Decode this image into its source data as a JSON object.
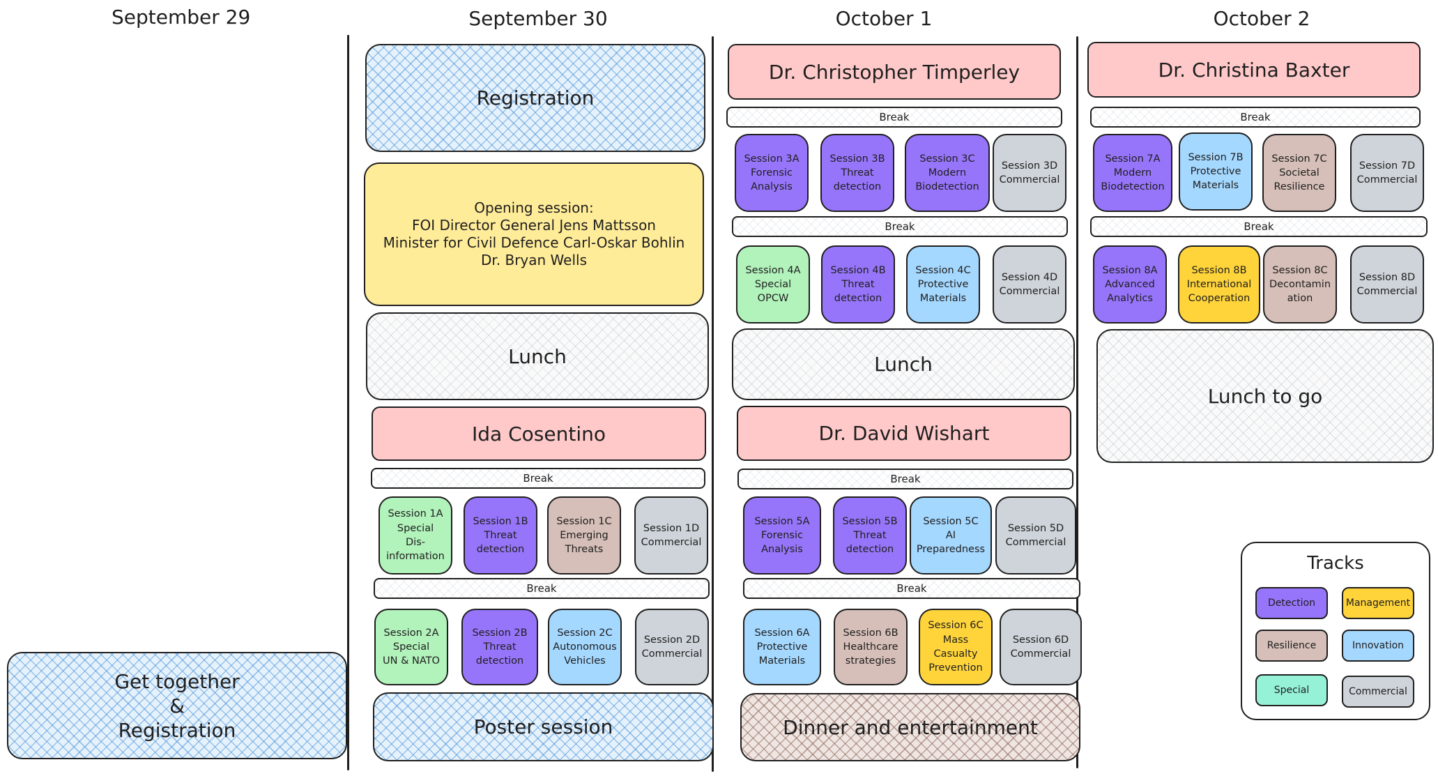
{
  "days": [
    "September 29",
    "September 30",
    "October 1",
    "October 2"
  ],
  "sep29": {
    "get_together": [
      "Get together",
      "&",
      "Registration"
    ]
  },
  "sep30": {
    "registration": "Registration",
    "opening": [
      "Opening session:",
      "FOI Director General Jens Mattsson",
      "Minister for Civil Defence Carl-Oskar Bohlin",
      "Dr. Bryan Wells"
    ],
    "lunch": "Lunch",
    "speaker": "Ida Cosentino",
    "break1": "Break",
    "break2": "Break",
    "row1": [
      {
        "lines": [
          "Session 1A",
          "Special",
          "Dis-",
          "information"
        ],
        "track": "special"
      },
      {
        "lines": [
          "Session 1B",
          "Threat",
          "detection"
        ],
        "track": "detection"
      },
      {
        "lines": [
          "Session 1C",
          "Emerging",
          "Threats"
        ],
        "track": "resilience"
      },
      {
        "lines": [
          "Session 1D",
          "Commercial"
        ],
        "track": "commercial"
      }
    ],
    "row2": [
      {
        "lines": [
          "Session 2A",
          "Special",
          "UN & NATO"
        ],
        "track": "special"
      },
      {
        "lines": [
          "Session 2B",
          "Threat",
          "detection"
        ],
        "track": "detection"
      },
      {
        "lines": [
          "Session 2C",
          "Autonomous",
          "Vehicles"
        ],
        "track": "innovation"
      },
      {
        "lines": [
          "Session 2D",
          "Commercial"
        ],
        "track": "commercial"
      }
    ],
    "poster": "Poster session"
  },
  "oct1": {
    "speaker1": "Dr. Christopher Timperley",
    "break1": "Break",
    "row3": [
      {
        "lines": [
          "Session 3A",
          "Forensic",
          "Analysis"
        ],
        "track": "detection"
      },
      {
        "lines": [
          "Session 3B",
          "Threat",
          "detection"
        ],
        "track": "detection"
      },
      {
        "lines": [
          "Session 3C",
          "Modern",
          "Biodetection"
        ],
        "track": "detection"
      },
      {
        "lines": [
          "Session 3D",
          "Commercial"
        ],
        "track": "commercial"
      }
    ],
    "break2": "Break",
    "row4": [
      {
        "lines": [
          "Session 4A",
          "Special",
          "OPCW"
        ],
        "track": "special"
      },
      {
        "lines": [
          "Session 4B",
          "Threat",
          "detection"
        ],
        "track": "detection"
      },
      {
        "lines": [
          "Session 4C",
          "Protective",
          "Materials"
        ],
        "track": "innovation"
      },
      {
        "lines": [
          "Session 4D",
          "Commercial"
        ],
        "track": "commercial"
      }
    ],
    "lunch": "Lunch",
    "speaker2": "Dr. David Wishart",
    "break3": "Break",
    "row5": [
      {
        "lines": [
          "Session 5A",
          "Forensic",
          "Analysis"
        ],
        "track": "detection"
      },
      {
        "lines": [
          "Session 5B",
          "Threat",
          "detection"
        ],
        "track": "detection"
      },
      {
        "lines": [
          "Session 5C",
          "AI",
          "Preparedness"
        ],
        "track": "innovation"
      },
      {
        "lines": [
          "Session 5D",
          "Commercial"
        ],
        "track": "commercial"
      }
    ],
    "break4": "Break",
    "row6": [
      {
        "lines": [
          "Session 6A",
          "Protective",
          "Materials"
        ],
        "track": "innovation"
      },
      {
        "lines": [
          "Session 6B",
          "Healthcare",
          "strategies"
        ],
        "track": "resilience"
      },
      {
        "lines": [
          "Session 6C",
          "Mass",
          "Casualty",
          "Prevention"
        ],
        "track": "management"
      },
      {
        "lines": [
          "Session 6D",
          "Commercial"
        ],
        "track": "commercial"
      }
    ],
    "dinner": "Dinner and entertainment"
  },
  "oct2": {
    "speaker": "Dr. Christina Baxter",
    "break1": "Break",
    "row7": [
      {
        "lines": [
          "Session 7A",
          "Modern",
          "Biodetection"
        ],
        "track": "detection"
      },
      {
        "lines": [
          "Session 7B",
          "Protective",
          "Materials"
        ],
        "track": "innovation"
      },
      {
        "lines": [
          "Session 7C",
          "Societal",
          "Resilience"
        ],
        "track": "resilience"
      },
      {
        "lines": [
          "Session 7D",
          "Commercial"
        ],
        "track": "commercial"
      }
    ],
    "break2": "Break",
    "row8": [
      {
        "lines": [
          "Session 8A",
          "Advanced",
          "Analytics"
        ],
        "track": "detection"
      },
      {
        "lines": [
          "Session 8B",
          "International",
          "Cooperation"
        ],
        "track": "management"
      },
      {
        "lines": [
          "Session 8C",
          "Decontamin",
          "ation"
        ],
        "track": "resilience"
      },
      {
        "lines": [
          "Session 8D",
          "Commercial"
        ],
        "track": "commercial"
      }
    ],
    "lunch": "Lunch to go"
  },
  "legend": {
    "title": "Tracks",
    "items": [
      "Detection",
      "Management",
      "Resilience",
      "Innovation",
      "Special",
      "Commercial"
    ]
  },
  "colors": {
    "detection": "#9775fa",
    "management": "#ffd43b",
    "resilience": "#d6bfb8",
    "innovation": "#a5d8ff",
    "special": "#b2f2bb",
    "commercial": "#ced4da",
    "speaker": "#ffc9c9",
    "opening": "#ffec99"
  }
}
